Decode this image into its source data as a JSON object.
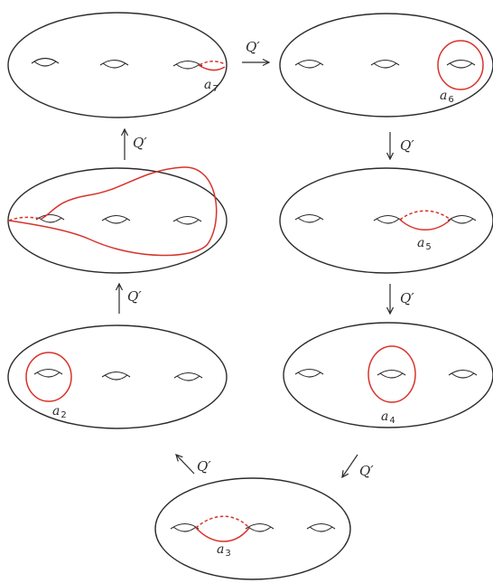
{
  "map_label": "Q′",
  "curve_color": "#d7332a",
  "ink_color": "#2b2b2b",
  "surfaces": [
    {
      "id": "s7",
      "curve_label": "a",
      "curve_index": "7"
    },
    {
      "id": "s6",
      "curve_label": "a",
      "curve_index": "6"
    },
    {
      "id": "s1",
      "curve_label": "",
      "curve_index": ""
    },
    {
      "id": "s5",
      "curve_label": "a",
      "curve_index": "5"
    },
    {
      "id": "s2",
      "curve_label": "a",
      "curve_index": "2"
    },
    {
      "id": "s4",
      "curve_label": "a",
      "curve_index": "4"
    },
    {
      "id": "s3",
      "curve_label": "a",
      "curve_index": "3"
    }
  ],
  "arrows": [
    {
      "from": "s7",
      "to": "s6",
      "direction": "right"
    },
    {
      "from": "s6",
      "to": "s5",
      "direction": "down"
    },
    {
      "from": "s5",
      "to": "s4",
      "direction": "down"
    },
    {
      "from": "s4",
      "to": "s3",
      "direction": "down-left"
    },
    {
      "from": "s3",
      "to": "s2",
      "direction": "up-left"
    },
    {
      "from": "s2",
      "to": "s1",
      "direction": "up"
    },
    {
      "from": "s1",
      "to": "s7",
      "direction": "up"
    }
  ]
}
